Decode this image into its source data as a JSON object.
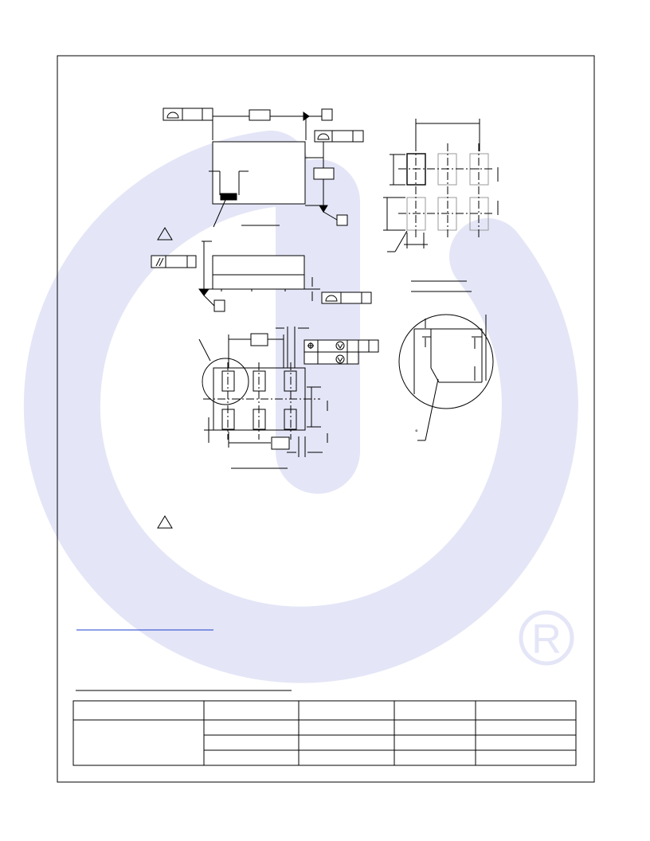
{
  "colors": {
    "watermark": "#e4e6f7",
    "line": "#000000",
    "link": "#1f3fcf",
    "border": "#000000"
  },
  "watermark": {
    "logo": "power-button-logo",
    "registered_mark": "®"
  },
  "icons": {
    "note_triangles": [
      "warning-triangle-icon",
      "warning-triangle-icon"
    ],
    "profile_symbols": [
      "profile-symbol-icon",
      "profile-symbol-icon",
      "profile-symbol-icon"
    ],
    "parallelism_symbol": "parallelism-symbol-icon",
    "position_symbol": "position-symbol-icon",
    "circle_m_symbols": [
      "circle-m-icon",
      "circle-m-icon"
    ]
  },
  "notes": {
    "degree_mark": "°"
  },
  "table": {
    "column_count": 5,
    "body_row_count": 3
  }
}
